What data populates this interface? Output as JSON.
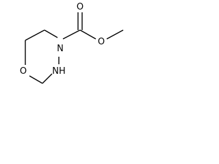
{
  "molecule": {
    "atoms": {
      "ring_oxygen": "O",
      "ring_nitrogen": "N",
      "ring_nh": "NH",
      "carbonyl_oxygen": "O",
      "ester_oxygen": "O"
    }
  }
}
